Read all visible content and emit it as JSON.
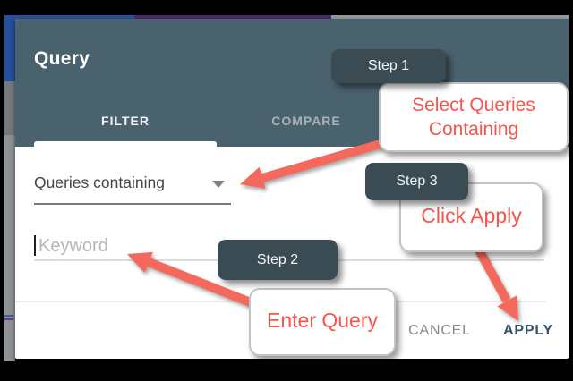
{
  "dialog": {
    "title": "Query",
    "tabs": [
      {
        "label": "FILTER",
        "active": true
      },
      {
        "label": "COMPARE",
        "active": false
      }
    ],
    "filter_select": {
      "value": "Queries containing"
    },
    "keyword_input": {
      "placeholder": "Keyword",
      "value": ""
    },
    "footer": {
      "cancel_label": "CANCEL",
      "apply_label": "APPLY"
    }
  },
  "annotations": {
    "step1": "Step 1",
    "step2": "Step 2",
    "step3": "Step 3",
    "callout_select": "Select Queries Containing",
    "callout_enter": "Enter Query",
    "callout_apply": "Click Apply"
  },
  "colors": {
    "header": "#4a616e",
    "step_box": "#3a4b54",
    "annotation_red": "#f6554a",
    "arrow": "#f4695c",
    "apply_text": "#365069",
    "cancel_text": "#85898c"
  }
}
